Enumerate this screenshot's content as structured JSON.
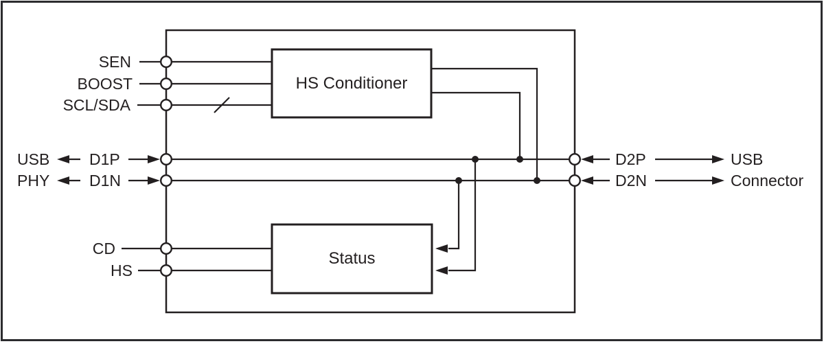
{
  "colors": {
    "line": "#231f20",
    "background": "#ffffff"
  },
  "device": {
    "blocks": {
      "hs_conditioner": {
        "label": "HS Conditioner"
      },
      "status": {
        "label": "Status"
      }
    },
    "pin_labels": {
      "sen": "SEN",
      "boost": "BOOST",
      "scl_sda": "SCL/SDA",
      "cd": "CD",
      "hs": "HS"
    }
  },
  "left_endpoint": {
    "line1": "USB",
    "line2": "PHY",
    "d1p": "D1P",
    "d1n": "D1N"
  },
  "right_endpoint": {
    "d2p": "D2P",
    "d2n": "D2N",
    "line1": "USB",
    "line2": "Connector"
  }
}
